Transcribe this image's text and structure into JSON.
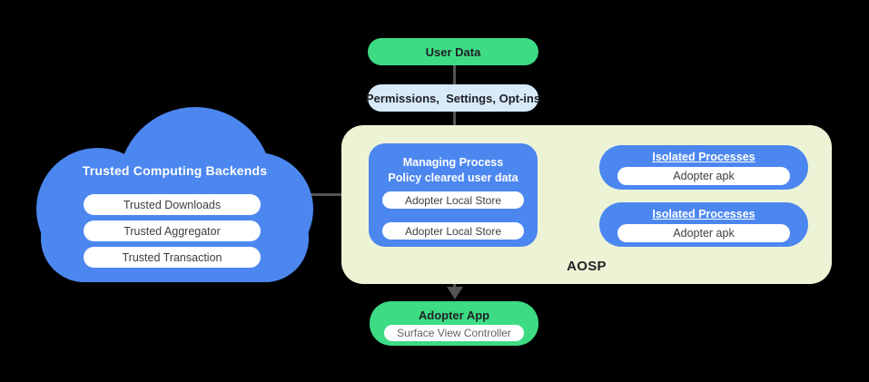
{
  "colors": {
    "background": "#000000",
    "blue": "#4C87F0",
    "green": "#3DDC84",
    "light_blue": "#D8EAFA",
    "aosp_background": "#EDF4D6",
    "connector_line": "#545454",
    "pill_text": "#3C4043"
  },
  "user_data": {
    "label": "User Data"
  },
  "permissions": {
    "label": "Permissions,  Settings, Opt-ins"
  },
  "cloud": {
    "title": "Trusted Computing Backends",
    "items": [
      "Trusted Downloads",
      "Trusted Aggregator",
      "Trusted Transaction"
    ]
  },
  "aosp": {
    "label": "AOSP",
    "managing_process": {
      "title_line1": "Managing Process",
      "title_line2": "Policy cleared user data",
      "stores": [
        "Adopter Local Store",
        "Adopter Local Store"
      ]
    },
    "isolated_processes": [
      {
        "title": "Isolated Processes",
        "item": "Adopter apk"
      },
      {
        "title": "Isolated Processes",
        "item": "Adopter apk"
      }
    ]
  },
  "adopter_app": {
    "title": "Adopter App",
    "item": "Surface View Controller"
  }
}
